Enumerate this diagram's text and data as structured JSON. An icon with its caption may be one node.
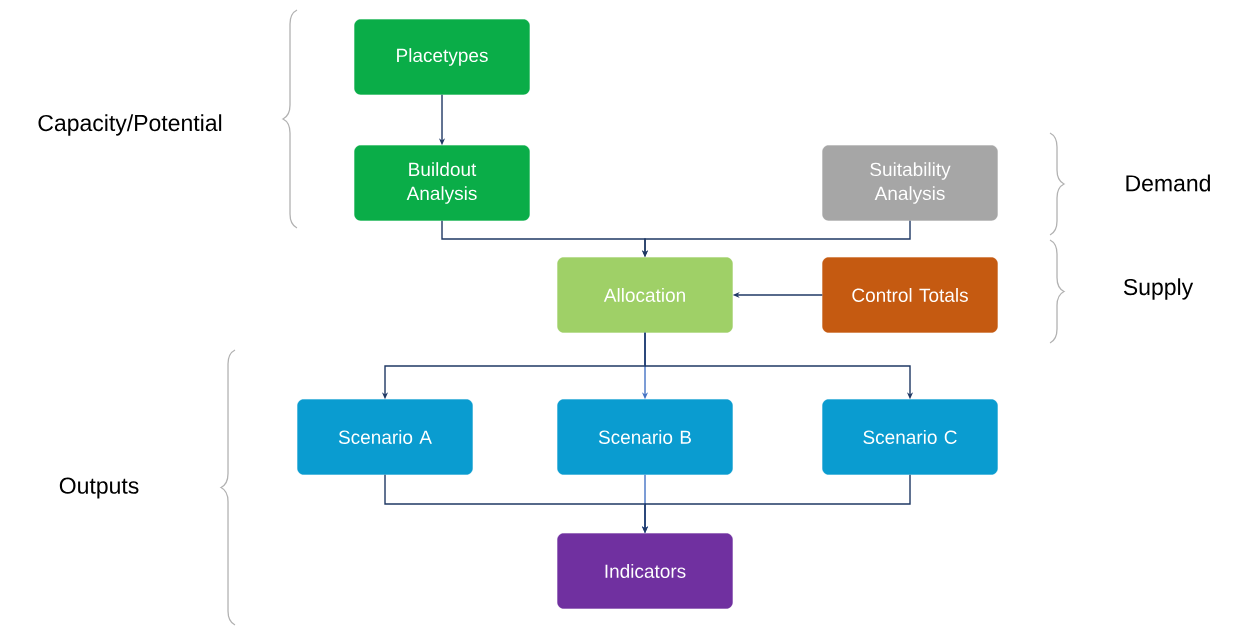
{
  "diagram": {
    "nodes": [
      {
        "text": [
          "Placetypes"
        ]
      },
      {
        "text": [
          "Buildout Analysis"
        ]
      },
      {
        "text": [
          "Suitability Analysis"
        ]
      },
      {
        "text": [
          "Allocation"
        ]
      },
      {
        "text": [
          "Control Totals"
        ]
      },
      {
        "text": [
          "Scenario A"
        ]
      },
      {
        "text": [
          "Scenario B"
        ]
      },
      {
        "text": [
          "Scenario C"
        ]
      },
      {
        "text": [
          "Indicators"
        ]
      }
    ],
    "edges": [
      {
        "from": 0,
        "to": 1,
        "arrow": "to"
      },
      {
        "from": 1,
        "to": 3,
        "arrow": "to"
      },
      {
        "from": 2,
        "to": 3,
        "arrow": "to"
      },
      {
        "from": 4,
        "to": 3,
        "arrow": "to"
      },
      {
        "from": 3,
        "to": 5,
        "arrow": "to"
      },
      {
        "from": 3,
        "to": 6,
        "arrow": "to",
        "color": "#4472c4"
      },
      {
        "from": 3,
        "to": 7,
        "arrow": "to"
      },
      {
        "from": 5,
        "to": 8,
        "arrow": "to"
      },
      {
        "from": 6,
        "to": 8,
        "arrow": "to",
        "color": "#4472c4"
      },
      {
        "from": 7,
        "to": 8,
        "arrow": "to"
      }
    ],
    "labels": [
      "Capacity/Potential",
      "Demand",
      "Supply",
      "Outputs"
    ]
  }
}
